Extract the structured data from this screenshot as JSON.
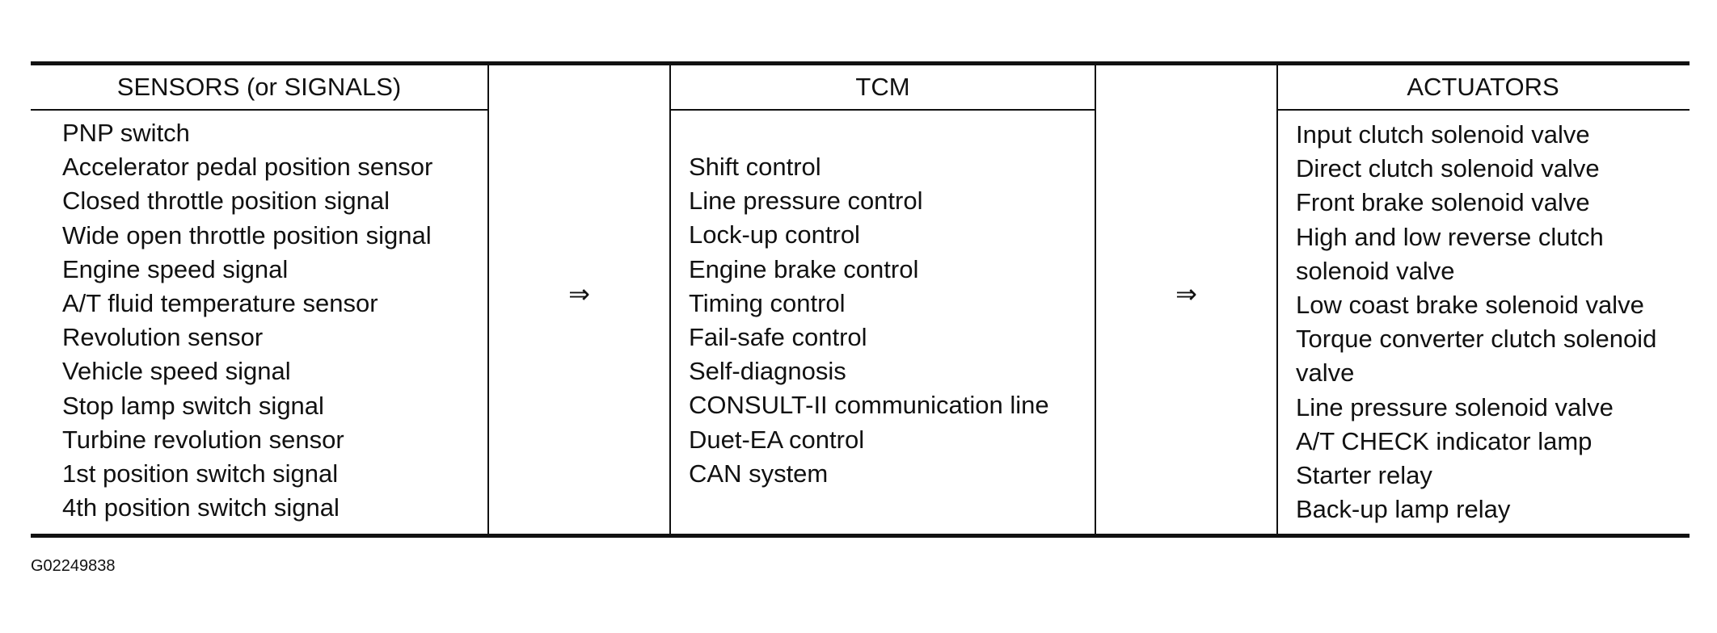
{
  "sensors": {
    "header": "SENSORS (or SIGNALS)",
    "items": [
      "PNP switch",
      "Accelerator pedal position sensor",
      "Closed throttle position signal",
      "Wide open throttle position signal",
      "Engine speed signal",
      "A/T fluid temperature sensor",
      "Revolution sensor",
      "Vehicle speed signal",
      "Stop lamp switch signal",
      "Turbine revolution sensor",
      "1st position switch signal",
      "4th position switch signal"
    ]
  },
  "tcm": {
    "header": "TCM",
    "items": [
      "Shift control",
      "Line pressure control",
      "Lock-up control",
      "Engine brake control",
      "Timing control",
      "Fail-safe control",
      "Self-diagnosis",
      "CONSULT-II communication line",
      "Duet-EA control",
      "CAN system"
    ]
  },
  "actuators": {
    "header": "ACTUATORS",
    "items": [
      "Input clutch solenoid valve",
      "Direct clutch solenoid valve",
      "Front brake solenoid valve",
      "High and low reverse clutch",
      "solenoid valve",
      "Low coast brake solenoid valve",
      "Torque converter clutch solenoid",
      "valve",
      "Line pressure solenoid valve",
      "A/T CHECK indicator lamp",
      "Starter relay",
      "Back-up lamp relay"
    ]
  },
  "arrows": {
    "sensors_to_tcm": "⇒",
    "tcm_to_actuators": "⇒"
  },
  "figure_code": "G02249838"
}
